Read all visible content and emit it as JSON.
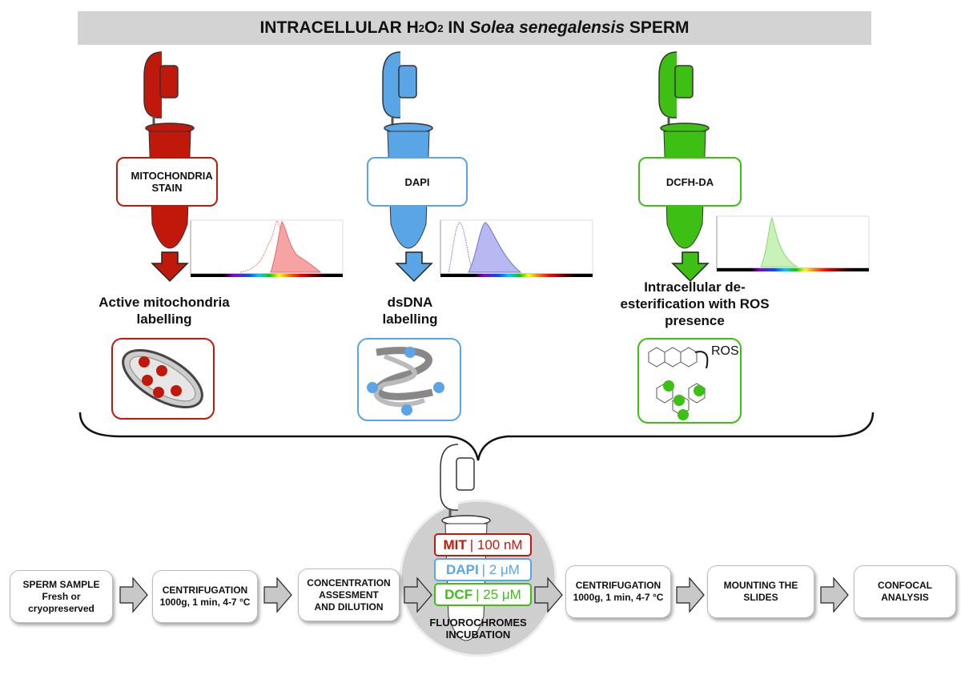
{
  "title": {
    "prefix": "INTRACELLULAR H",
    "sub1": "2",
    "mid": "O",
    "sub2": "2",
    "in": " IN ",
    "species": "Solea senegalensis",
    "suffix": " SPERM"
  },
  "colors": {
    "red": "#c0190c",
    "blue": "#5aa5e6",
    "green": "#3dbf14",
    "gray": "#cfcfcf"
  },
  "probes": [
    {
      "label": "MITOCHONDRIA STAIN",
      "description": "Active mitochondria labelling",
      "icon": "mitochondrion-icon"
    },
    {
      "label": "DAPI",
      "description": "dsDNA labelling",
      "icon": "dna-helix-icon"
    },
    {
      "label": "DCFH-DA",
      "description": "Intracellular de-esterification with ROS presence",
      "icon": "dcf-molecule-icon",
      "annotation": "ROS"
    }
  ],
  "incubation": {
    "label": "FLUOROCHROMES INCUBATION",
    "concentrations": [
      {
        "name": "MIT",
        "value": "| 100 nM"
      },
      {
        "name": "DAPI",
        "value": "| 2 μM"
      },
      {
        "name": "DCF",
        "value": "| 25 μM"
      }
    ]
  },
  "steps": [
    {
      "line1": "SPERM SAMPLE",
      "line2": "Fresh or",
      "line3": "cryopreserved"
    },
    {
      "line1": "CENTRIFUGATION",
      "line2": "1000g, 1 min, 4-7 °C"
    },
    {
      "line1": "CONCENTRATION",
      "line2": "ASSESMENT",
      "line3": "AND DILUTION"
    },
    {
      "line1": "CENTRIFUGATION",
      "line2": "1000g, 1 min, 4-7 °C"
    },
    {
      "line1": "MOUNTING THE",
      "line2": "SLIDES"
    },
    {
      "line1": "CONFOCAL",
      "line2": "ANALYSIS"
    }
  ]
}
